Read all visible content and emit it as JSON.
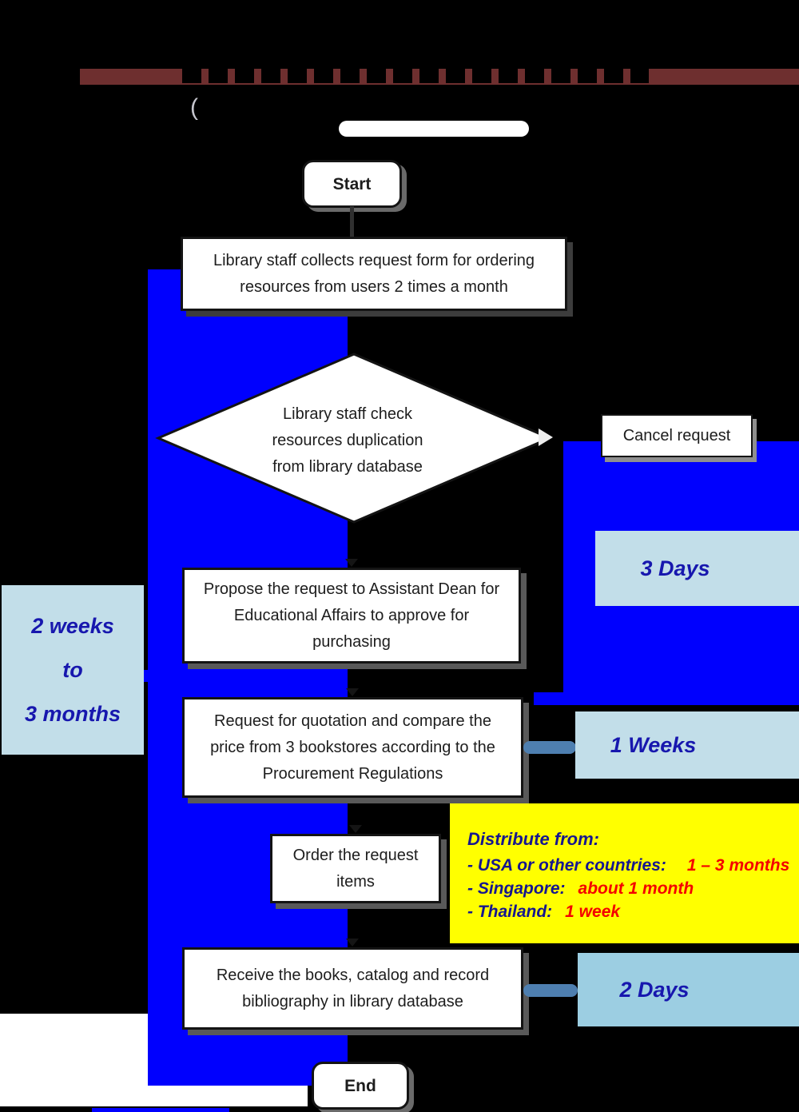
{
  "header": {
    "subtitle_paren": "(",
    "divider_color": "#6E2F2F"
  },
  "flow": {
    "start_label": "Start",
    "collect_lines": [
      "Library staff collects request form for ordering",
      "resources from users 2 times a month"
    ],
    "check_lines": [
      "Library staff check",
      "resources duplication",
      "from library database"
    ],
    "cancel_label": "Cancel request",
    "propose_lines": [
      "Propose the request to Assistant Dean for",
      "Educational Affairs to approve for",
      "purchasing"
    ],
    "quotation_lines": [
      "Request for quotation and compare the",
      "price from 3 bookstores according to the",
      "Procurement Regulations"
    ],
    "order_lines": [
      "Order the request",
      "items"
    ],
    "receive_lines": [
      "Receive the books, catalog and record",
      "bibliography in library database"
    ],
    "end_label": "End"
  },
  "durations": {
    "cancel_duration": "3 Days",
    "approval_range_lines": [
      "2 weeks",
      "to",
      "3 months"
    ],
    "quotation_duration": "1 Weeks",
    "receive_duration": "2 Days"
  },
  "distribution": {
    "heading": "Distribute from:",
    "items": [
      {
        "label": "- USA or other countries:",
        "value": "1 – 3 months"
      },
      {
        "label": "- Singapore:",
        "value": "about 1 month"
      },
      {
        "label": "- Thailand:",
        "value": "1 week"
      }
    ]
  },
  "colors": {
    "flow_blue": "#0000FE",
    "pale_blue": "#C2DEE9",
    "pale_blue_dark": "#9CCEE2",
    "note_yellow": "#FFFF00",
    "label_blue": "#1717AE",
    "value_red": "#F40000",
    "connector_steel": "#4E7FB0",
    "divider_maroon": "#6E2F2F"
  }
}
